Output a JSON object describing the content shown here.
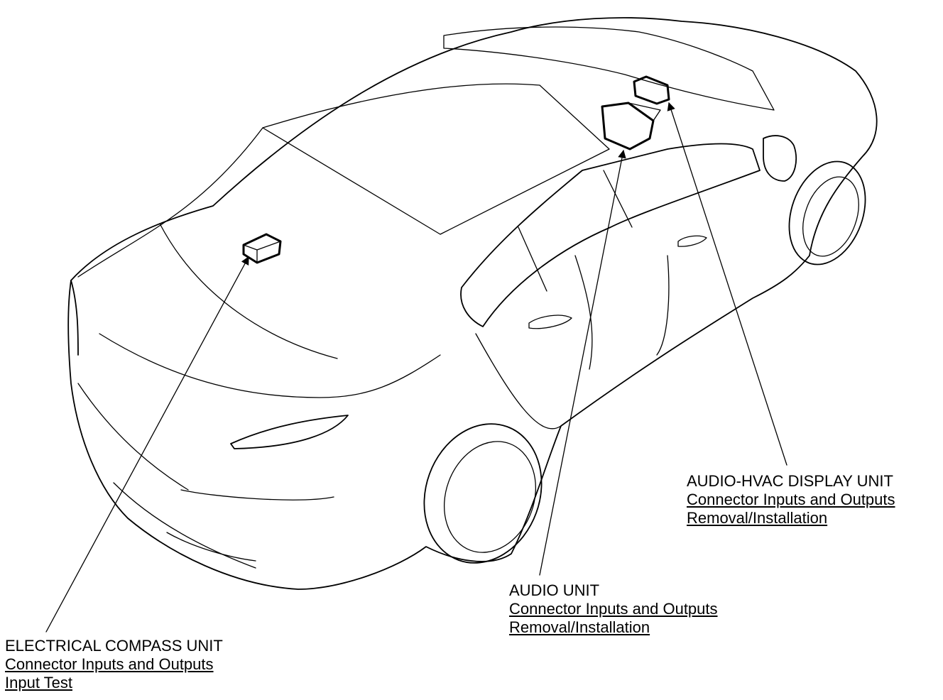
{
  "callouts": {
    "compass": {
      "title": "ELECTRICAL COMPASS UNIT",
      "links": [
        "Connector Inputs and Outputs",
        "Input Test"
      ]
    },
    "audio": {
      "title": "AUDIO UNIT",
      "links": [
        "Connector Inputs and Outputs",
        "Removal/Installation"
      ]
    },
    "display": {
      "title": "AUDIO-HVAC DISPLAY UNIT",
      "links": [
        "Connector Inputs and Outputs",
        "Removal/Installation"
      ]
    }
  }
}
